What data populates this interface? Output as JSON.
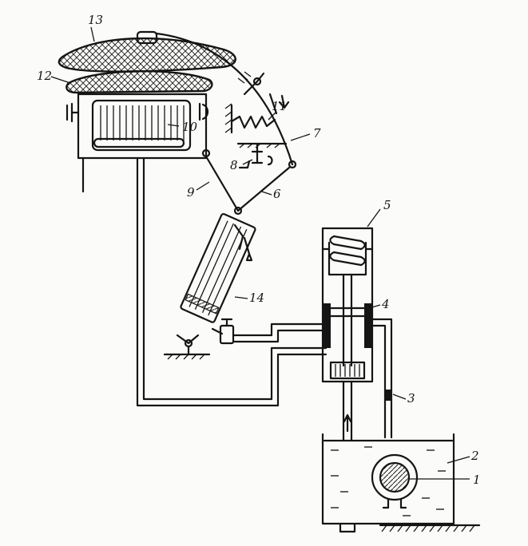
{
  "labels": {
    "l1": "1",
    "l2": "2",
    "l3": "3",
    "l4": "4",
    "l5": "5",
    "l6": "6",
    "l7": "7",
    "l8": "8",
    "l9": "9",
    "l10": "10",
    "l11": "11",
    "l12": "12",
    "l13": "13",
    "l14": "14"
  },
  "colors": {
    "ink": "#151515",
    "paper": "#fbfbf9"
  }
}
